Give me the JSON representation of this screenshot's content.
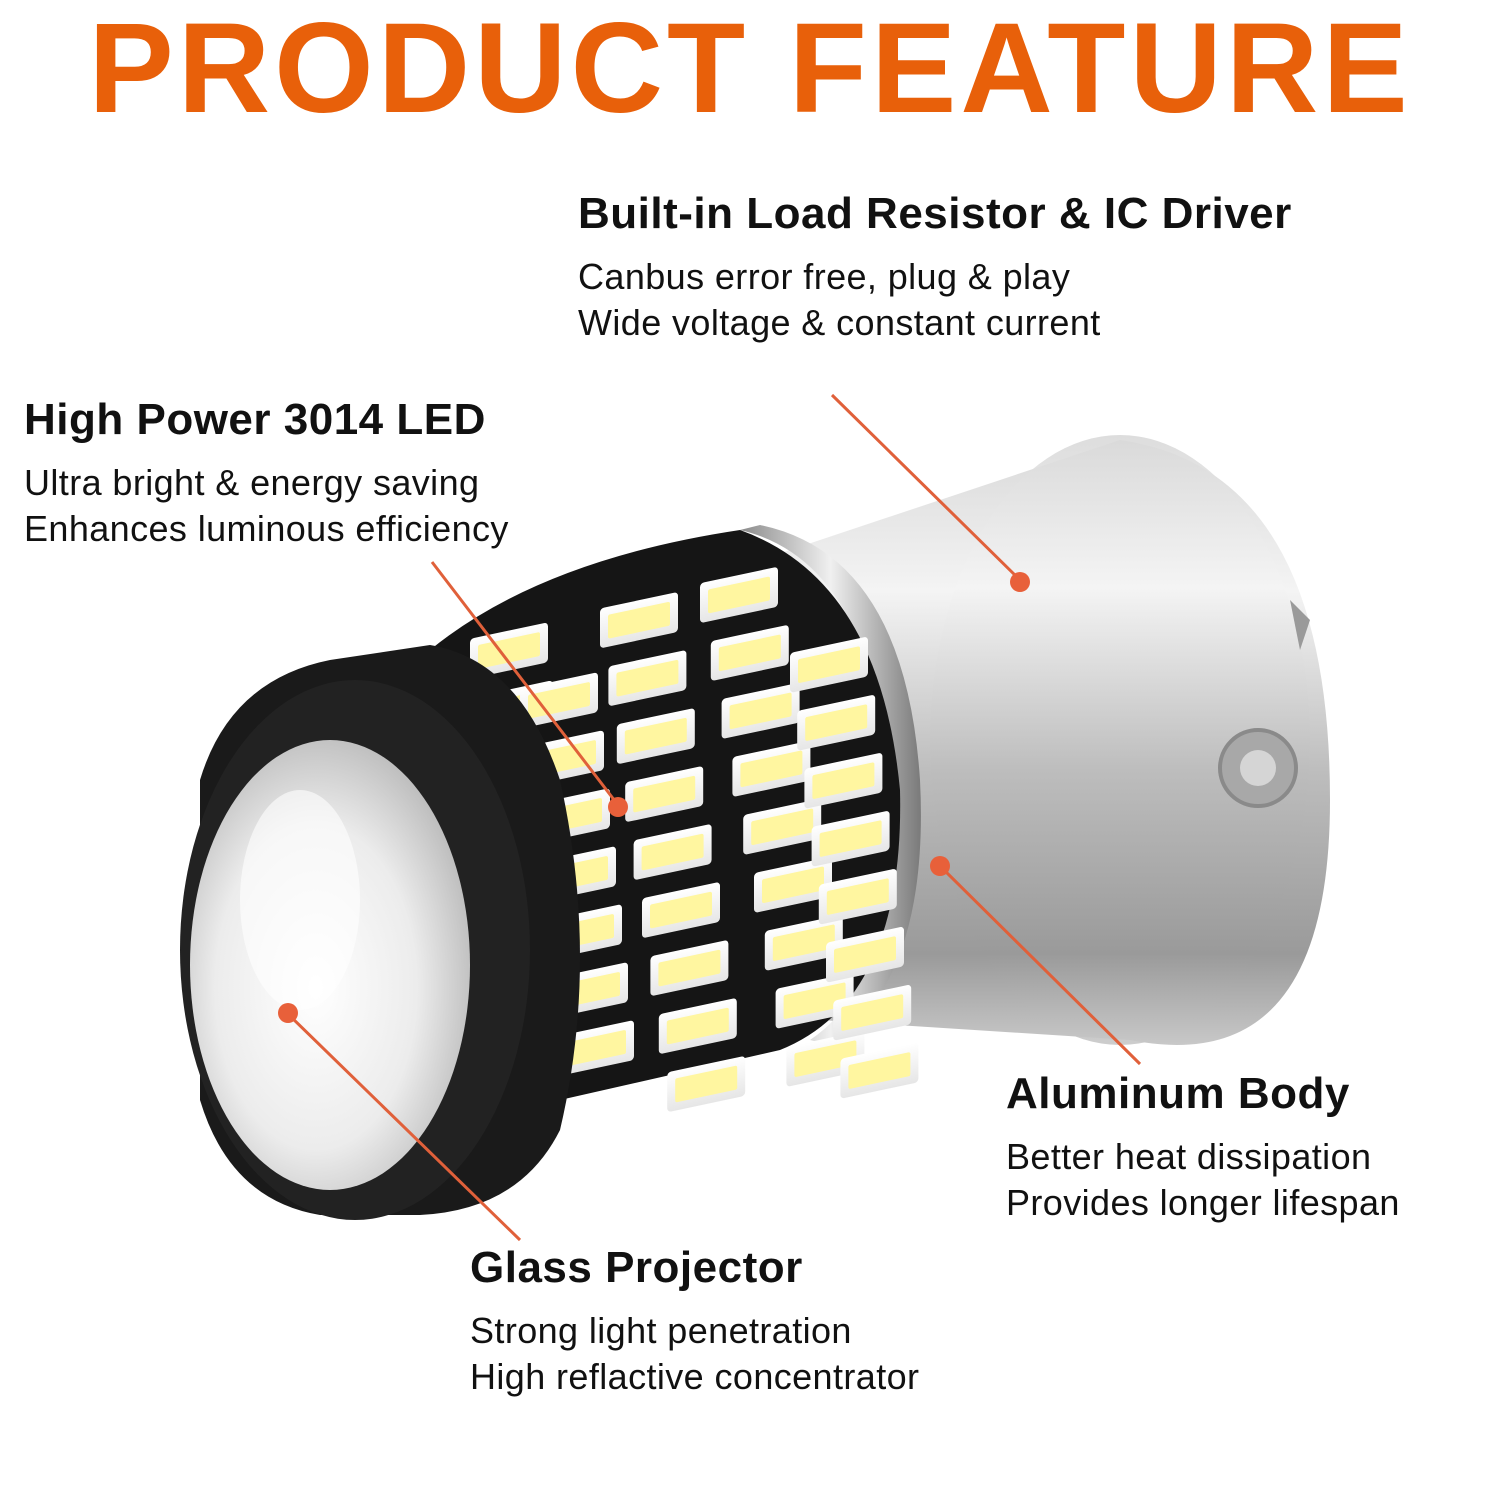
{
  "title": "PRODUCT FEATURE",
  "colors": {
    "accent": "#e8600a",
    "callout": "#e0603a",
    "text": "#111111"
  },
  "features": [
    {
      "heading": "Built-in Load Resistor & IC Driver",
      "lines": [
        "Canbus error free, plug & play",
        "Wide voltage & constant current"
      ]
    },
    {
      "heading": "High Power 3014 LED",
      "lines": [
        "Ultra bright & energy saving",
        "Enhances luminous efficiency"
      ]
    },
    {
      "heading": "Aluminum Body",
      "lines": [
        "Better heat dissipation",
        "Provides longer lifespan"
      ]
    },
    {
      "heading": "Glass Projector",
      "lines": [
        "Strong light penetration",
        "High reflactive concentrator"
      ]
    }
  ]
}
